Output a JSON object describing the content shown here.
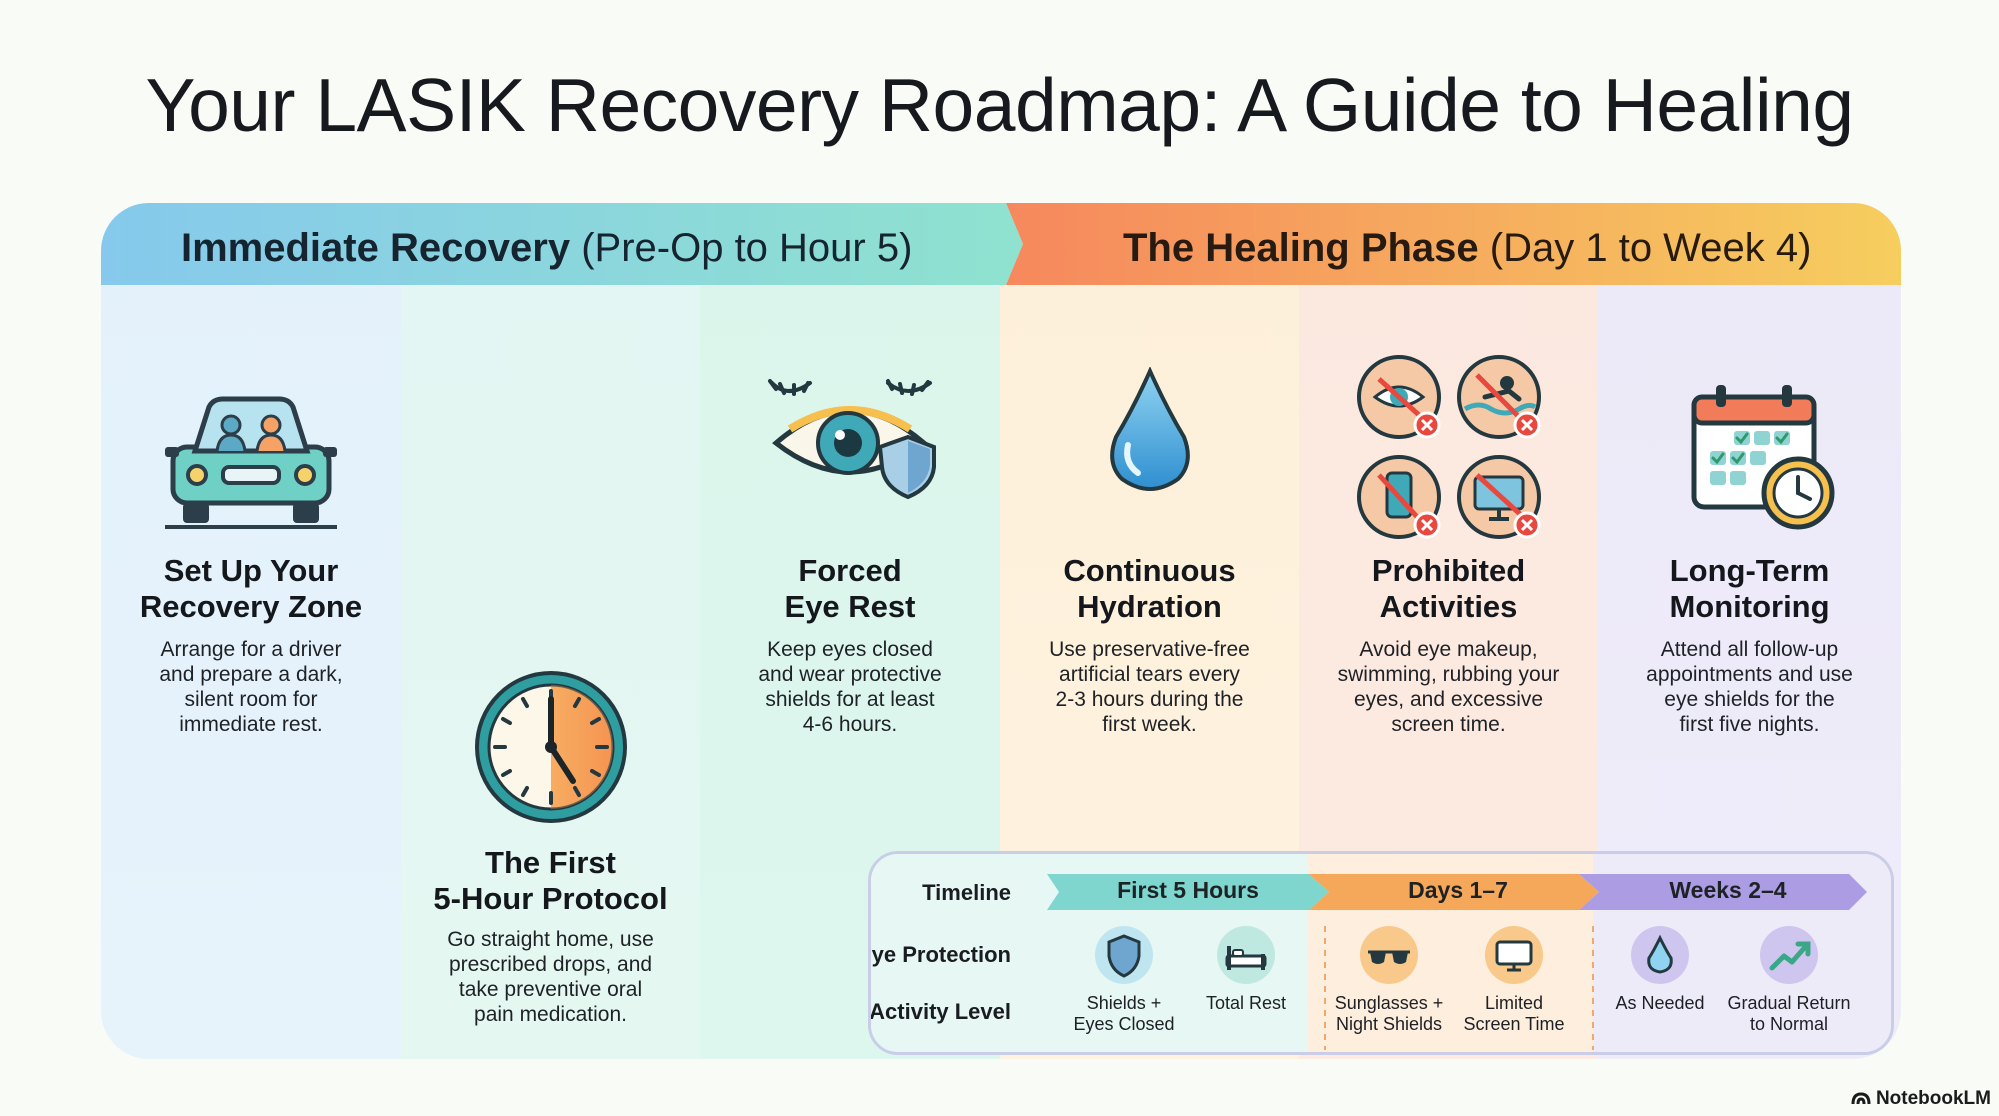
{
  "title": "Your LASIK Recovery Roadmap: A Guide to Healing",
  "headers": {
    "immediate": {
      "bold": "Immediate Recovery",
      "rest": " (Pre-Op to Hour 5)"
    },
    "healing": {
      "bold": "The Healing Phase",
      "rest": " (Day 1 to Week 4)"
    }
  },
  "steps": [
    {
      "title_line1": "Set Up Your",
      "title_line2": "Recovery Zone",
      "body": [
        "Arrange for a driver",
        "and prepare a dark,",
        "silent room for",
        "immediate rest."
      ],
      "icon": "car-icon"
    },
    {
      "title_line1": "The First",
      "title_line2": "5-Hour Protocol",
      "body": [
        "Go straight home, use",
        "prescribed drops, and",
        "take preventive oral",
        "pain medication."
      ],
      "icon": "clock-icon"
    },
    {
      "title_line1": "Forced",
      "title_line2": "Eye Rest",
      "body": [
        "Keep eyes closed",
        "and wear protective",
        "shields for at least",
        "4-6 hours."
      ],
      "icon": "eye-shield-icon"
    },
    {
      "title_line1": "Continuous",
      "title_line2": "Hydration",
      "body": [
        "Use preservative-free",
        "artificial tears every",
        "2-3 hours during the",
        "first week."
      ],
      "icon": "water-drop-icon"
    },
    {
      "title_line1": "Prohibited",
      "title_line2": "Activities",
      "body": [
        "Avoid eye makeup,",
        "swimming, rubbing your",
        "eyes, and excessive",
        "screen time."
      ],
      "icon": "prohibited-activities-icon"
    },
    {
      "title_line1": "Long-Term",
      "title_line2": "Monitoring",
      "body": [
        "Attend all follow-up",
        "appointments and use",
        "eye shields for the",
        "first five nights."
      ],
      "icon": "calendar-clock-icon"
    }
  ],
  "timeline": {
    "row_labels": [
      "Timeline",
      "Eye Protection",
      "Activity Level"
    ],
    "phases": [
      "First 5 Hours",
      "Days 1–7",
      "Weeks 2–4"
    ],
    "items": [
      {
        "caption": [
          "Shields +",
          "Eyes Closed"
        ],
        "icon": "shield-icon"
      },
      {
        "caption": [
          "Total Rest"
        ],
        "icon": "bed-icon"
      },
      {
        "caption": [
          "Sunglasses +",
          "Night Shields"
        ],
        "icon": "sunglasses-icon"
      },
      {
        "caption": [
          "Limited",
          "Screen Time"
        ],
        "icon": "screen-icon"
      },
      {
        "caption": [
          "As Needed"
        ],
        "icon": "eye-drop-icon"
      },
      {
        "caption": [
          "Gradual Return",
          "to Normal"
        ],
        "icon": "trend-up-icon"
      }
    ]
  },
  "footer": "NotebookLM",
  "colors": {
    "blue_header": "#7ec9e8",
    "teal_header": "#8ddfd0",
    "orange_header": "#f7905e",
    "yellow_header": "#f6c65c",
    "purple_phase": "#ab9ce4",
    "teal_phase": "#7fd6cf",
    "orange_phase": "#f6a85a"
  }
}
